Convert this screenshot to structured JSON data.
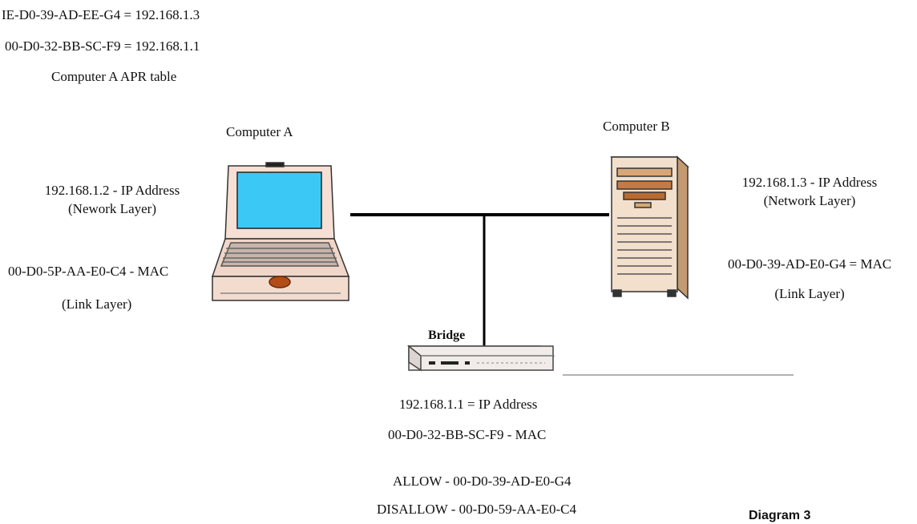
{
  "arp_table": {
    "entries": [
      "IE-D0-39-AD-EE-G4 = 192.168.1.3",
      "00-D0-32-BB-SC-F9 = 192.168.1.1"
    ],
    "caption": "Computer A APR table"
  },
  "computer_a": {
    "title": "Computer A",
    "ip_line": "192.168.1.2 - IP Address",
    "ip_layer": "(Nework Layer)",
    "mac_line": "00-D0-5P-AA-E0-C4 - MAC",
    "mac_layer": "(Link Layer)"
  },
  "computer_b": {
    "title": "Computer B",
    "ip_line": "192.168.1.3 - IP Address",
    "ip_layer": "(Network Layer)",
    "mac_line": "00-D0-39-AD-E0-G4 = MAC",
    "mac_layer": "(Link Layer)"
  },
  "bridge": {
    "title": "Bridge",
    "ip_line": "192.168.1.1 = IP Address",
    "mac_line": "00-D0-32-BB-SC-F9 - MAC",
    "allow_line": "ALLOW - 00-D0-39-AD-E0-G4",
    "disallow_line": "DISALLOW - 00-D0-59-AA-E0-C4"
  },
  "caption": "Diagram 3"
}
